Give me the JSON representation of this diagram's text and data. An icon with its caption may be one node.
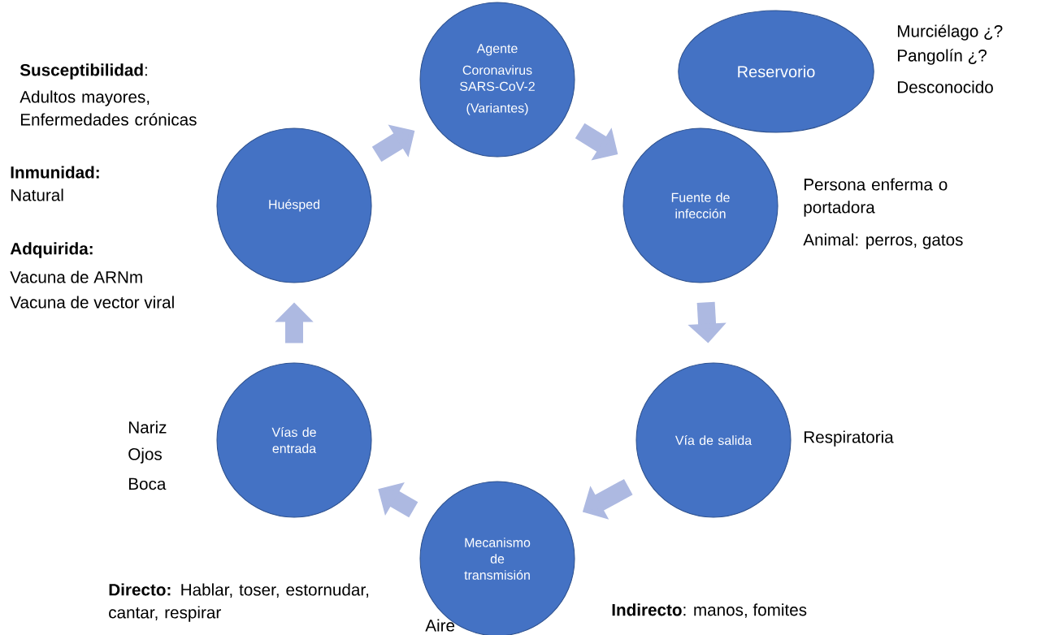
{
  "diagram": {
    "nodes": [
      {
        "text": [
          "Agente",
          "Coronavirus SARS-CoV-2",
          "(Variantes)"
        ]
      },
      {
        "text": [
          "Reservorio"
        ],
        "beside": [
          "Murciélago ¿?",
          "Pangolín ¿?",
          "Desconocido"
        ]
      },
      {
        "text": [
          "Fuente de infección"
        ],
        "beside": [
          "Persona enferma o portadora",
          "Animal: perros, gatos"
        ]
      },
      {
        "text": [
          "Vía de salida"
        ],
        "beside": [
          "Respiratoria"
        ]
      },
      {
        "text": [
          "Mecanismo de transmisión"
        ],
        "beside": [
          "**Directo:** Hablar, toser, estornudar, cantar, respirar",
          "Aire",
          "**Indirecto**: manos, fomites"
        ]
      },
      {
        "text": [
          "Vías de entrada"
        ],
        "beside": [
          "Nariz",
          "Ojos",
          "Boca"
        ]
      },
      {
        "text": [
          "Huésped"
        ],
        "beside": [
          "**Susceptibilidad**:",
          "Adultos mayores, Enfermedades crónicas",
          "**Inmunidad:**",
          "Natural",
          "**Adquirida:**",
          "Vacuna de ARNm",
          "Vacuna de vector viral"
        ]
      }
    ],
    "edges": [
      {
        "from": 0,
        "to": 2,
        "arrow": "to"
      },
      {
        "from": 2,
        "to": 3,
        "arrow": "to"
      },
      {
        "from": 3,
        "to": 4,
        "arrow": "to"
      },
      {
        "from": 4,
        "to": 5,
        "arrow": "to"
      },
      {
        "from": 5,
        "to": 6,
        "arrow": "to"
      },
      {
        "from": 6,
        "to": 0,
        "arrow": "to"
      }
    ]
  }
}
